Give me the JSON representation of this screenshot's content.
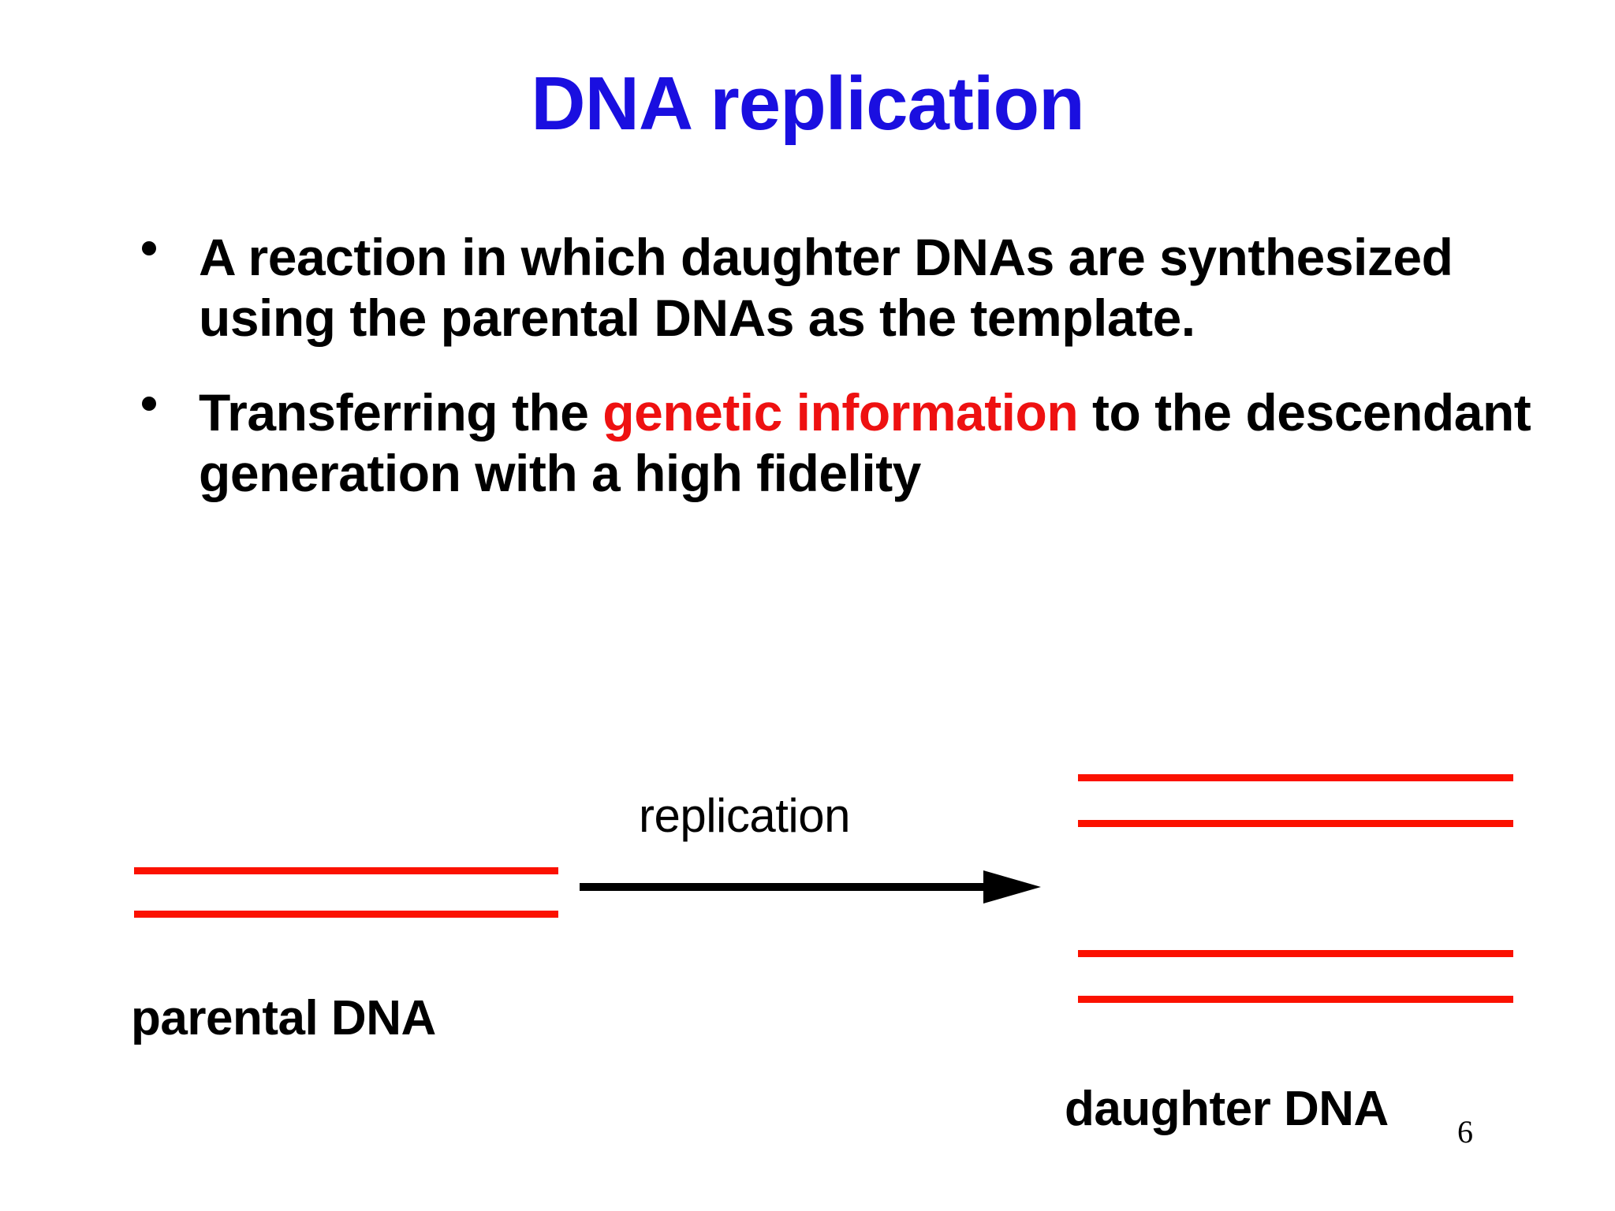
{
  "slide": {
    "title": "DNA replication",
    "title_color": "#1A0FE0",
    "background_color": "#FFFFFF",
    "page_number": "6"
  },
  "bullets": [
    {
      "marker": "•",
      "text": "A reaction in which daughter DNAs are synthesized using the parental DNAs as the template."
    },
    {
      "marker": "•",
      "text_before": "Transferring the ",
      "highlight": "genetic information",
      "highlight_color": "#EE1111",
      "text_after": " to the descendant generation with a high fidelity"
    }
  ],
  "diagram": {
    "strand_color": "#FB1100",
    "arrow_color": "#000000",
    "arrow_label": "replication",
    "parental_label": "parental DNA",
    "daughter_label": "daughter DNA",
    "parental_strand_count": 2,
    "daughter_molecule_count": 2,
    "daughter_strands_per_molecule": 2
  }
}
